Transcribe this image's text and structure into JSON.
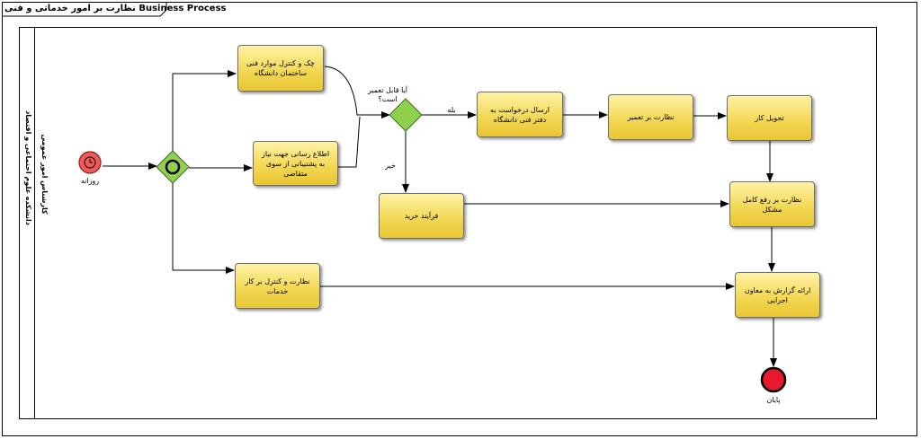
{
  "window": {
    "title": "نظارت بر امور خدماتی و فنی Business Process"
  },
  "pool": {
    "label": "دانشکده علوم اجتماعی و اقتصاد"
  },
  "lane": {
    "label": "کارشناس امور عمومی"
  },
  "start_event": {
    "label": "روزانه"
  },
  "end_event": {
    "label": "پایان"
  },
  "gateway": {
    "question": "آیا قابل تعمیر است؟",
    "yes_label": "بله",
    "no_label": "خیر"
  },
  "tasks": {
    "check_control": "چک و کنترل موارد فنی ساختمان دانشگاه",
    "notify_support": "اطلاع رسانی جهت نیاز به پشتیبانی از سوی متقاضی",
    "supervise_services": "نظارت و کنترل بر کار خدمات",
    "send_request": "ارسال درخواست به دفتر فنی دانشگاه",
    "supervise_repair": "نظارت بر تعمیر",
    "deliver_work": "تحویل کار",
    "purchase_process": "فرآیند خرید",
    "supervise_fix": "نظارت بر رفع کامل مشکل",
    "report": "ارائه گزارش به معاون اجرایی"
  },
  "colors": {
    "task_fill": "#f2d650",
    "gateway_fill": "#8fd14f",
    "start_fill": "#f05a5a",
    "end_fill": "#e8192c"
  },
  "icons": {
    "start": "timer-icon",
    "gateway_parallel": "circle-icon"
  }
}
